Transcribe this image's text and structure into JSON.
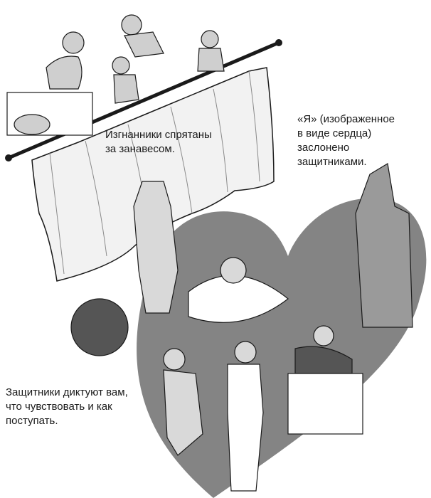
{
  "captions": {
    "exiles": "Изгнанники спрятаны\nза занавесом.",
    "self": "«Я» (изображенное\nв виде сердца)\nзаслонено\nзащитниками.",
    "protectors": "Защитники диктуют вам,\nчто чувствовать и как\nпоступать."
  },
  "colors": {
    "ink": "#1a1a1a",
    "heart_fill": "#6f6f6f",
    "curtain_fill": "#f2f2f2"
  },
  "icons": {
    "heart": "heart-shape",
    "curtain": "curtain-drape",
    "rod": "curtain-rod"
  }
}
